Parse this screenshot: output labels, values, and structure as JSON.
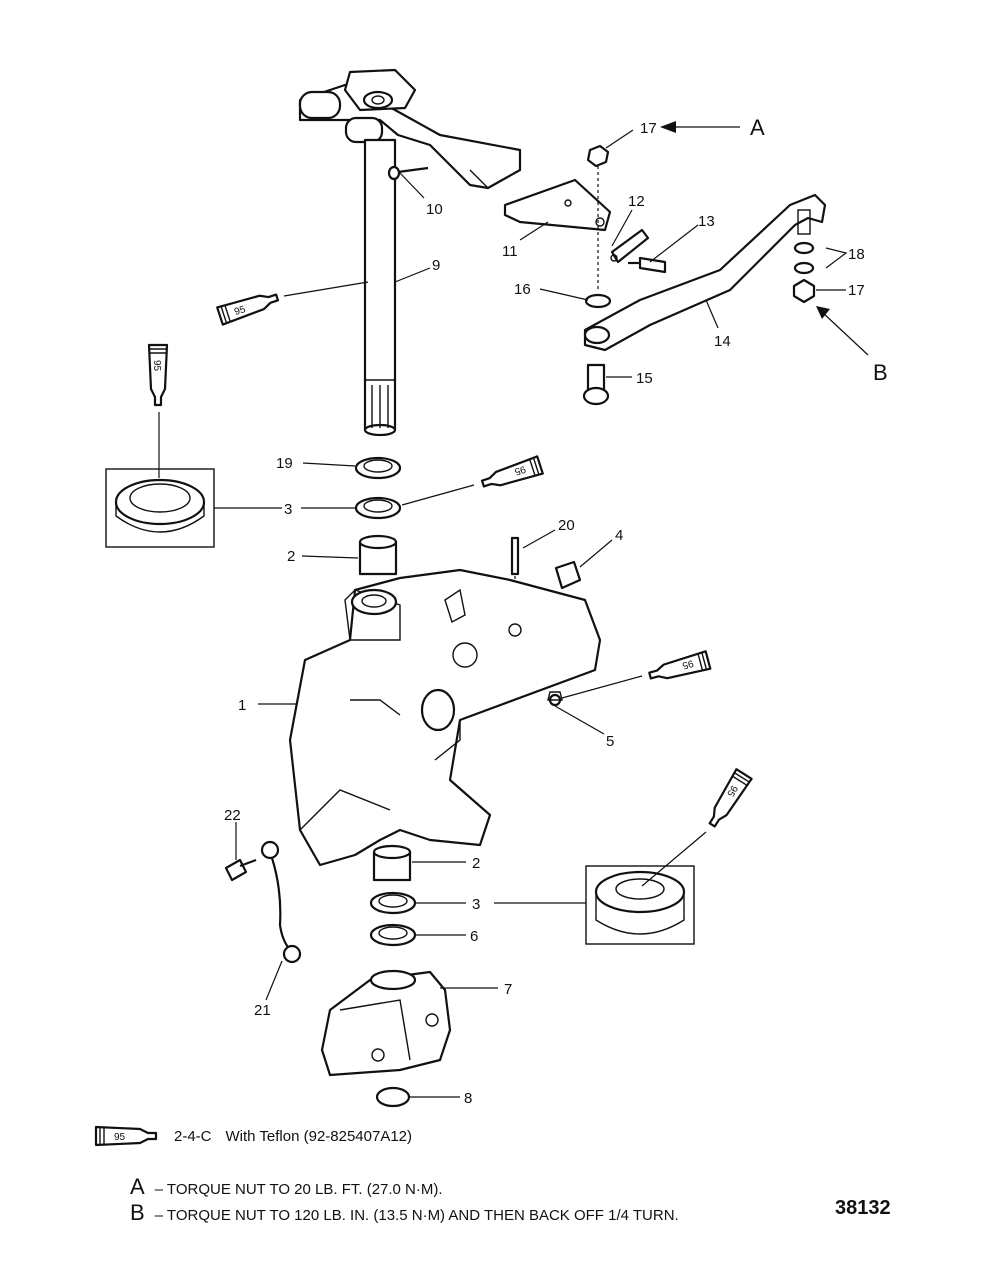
{
  "callouts": {
    "c1": "1",
    "c2a": "2",
    "c2b": "2",
    "c3a": "3",
    "c3b": "3",
    "c4": "4",
    "c5": "5",
    "c6": "6",
    "c7": "7",
    "c8": "8",
    "c9": "9",
    "c10": "10",
    "c11": "11",
    "c12": "12",
    "c13": "13",
    "c14": "14",
    "c15": "15",
    "c16": "16",
    "c17a": "17",
    "c17b": "17",
    "c18": "18",
    "c19": "19",
    "c20": "20",
    "c21": "21",
    "c22": "22"
  },
  "reference_letters": {
    "a": "A",
    "b": "B"
  },
  "tube_label": "95",
  "legend": {
    "code": "2-4-C",
    "text": "With Teflon (92-825407A12)"
  },
  "notes": [
    {
      "letter": "A",
      "text": "– TORQUE NUT TO 20 LB. FT. (27.0 N·M)."
    },
    {
      "letter": "B",
      "text": "– TORQUE NUT TO 120 LB. IN. (13.5 N·M) AND THEN BACK OFF 1/4 TURN."
    }
  ],
  "drawing_number": "38132"
}
